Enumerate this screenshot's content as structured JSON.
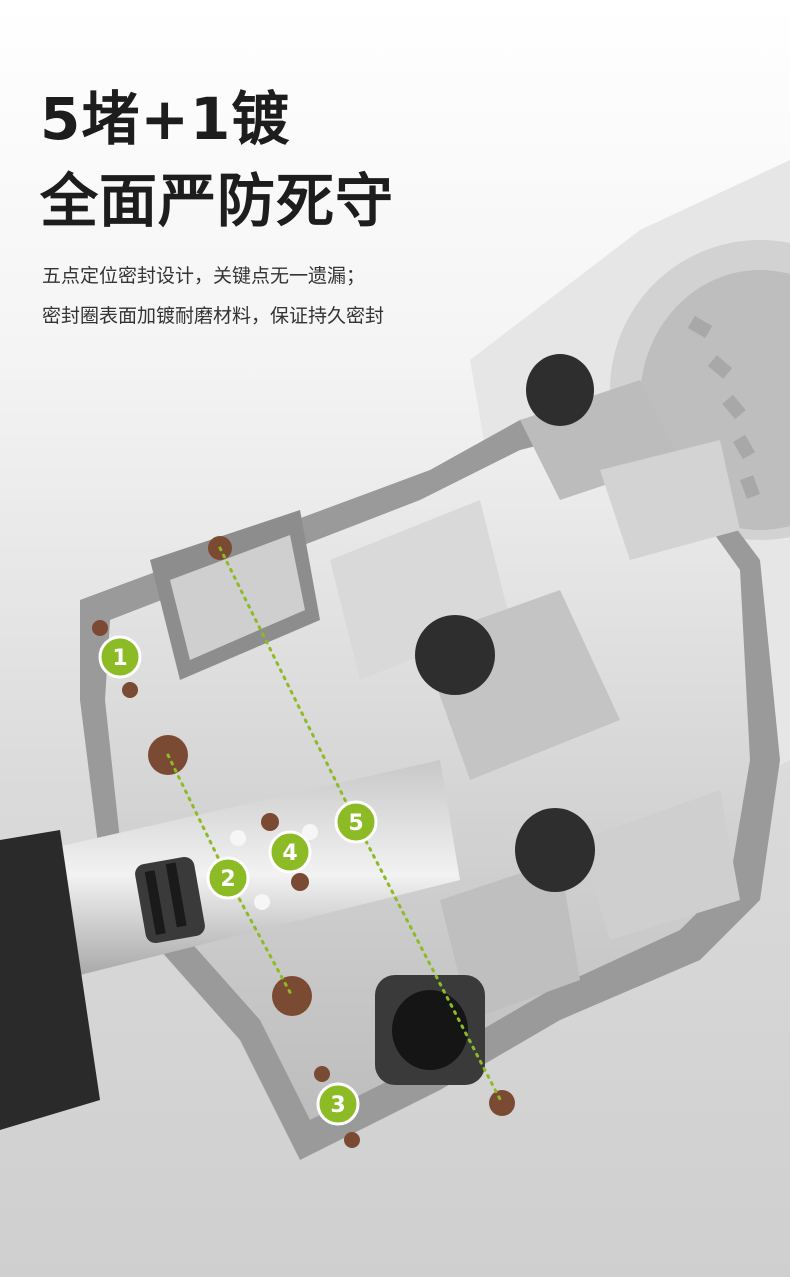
{
  "header": {
    "title_line1": "5堵+1镀",
    "title_line2": "全面严防死守"
  },
  "description": {
    "line1": "五点定位密封设计，关键点无一遗漏；",
    "line2": "密封圈表面加镀耐磨材料，保证持久密封"
  },
  "callouts": [
    {
      "label": "1"
    },
    {
      "label": "2"
    },
    {
      "label": "3"
    },
    {
      "label": "4"
    },
    {
      "label": "5"
    }
  ],
  "colors": {
    "accent": "#8cbb26",
    "seal_brown": "#7a4a32",
    "metal_light": "#d8d8d8",
    "metal_dark": "#8a8a8a",
    "rubber": "#2e2e2e"
  }
}
